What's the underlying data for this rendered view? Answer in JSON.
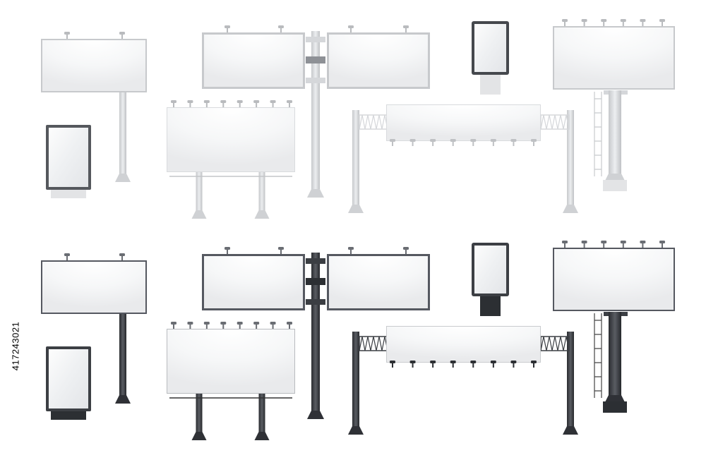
{
  "image": {
    "side_id_text": "417243021",
    "background_color": "#ffffff",
    "rows": [
      {
        "name": "light-row",
        "finish": "light",
        "pole_color": "#d5d7da",
        "frame_color": "#c7c9cc",
        "stand_color": "#e3e4e6"
      },
      {
        "name": "dark-row",
        "finish": "dark",
        "pole_color": "#3b3e43",
        "frame_color": "#555860",
        "stand_color": "#2c2f33"
      }
    ]
  }
}
